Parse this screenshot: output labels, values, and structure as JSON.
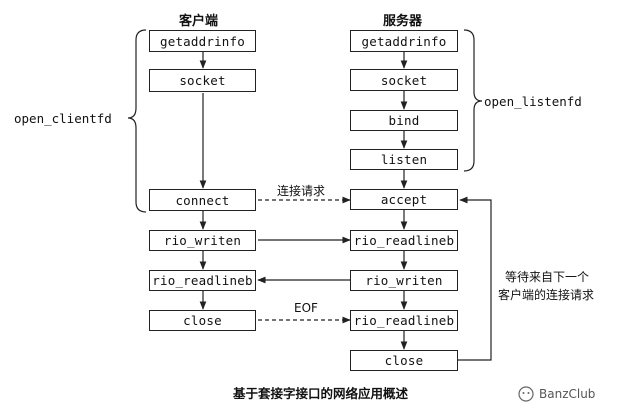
{
  "headers": {
    "client": "客户端",
    "server": "服务器"
  },
  "client_steps": [
    "getaddrinfo",
    "socket",
    "connect",
    "rio_writen",
    "rio_readlineb",
    "close"
  ],
  "server_steps": [
    "getaddrinfo",
    "socket",
    "bind",
    "listen",
    "accept",
    "rio_readlineb",
    "rio_writen",
    "rio_readlineb",
    "close"
  ],
  "brackets": {
    "client": "open_clientfd",
    "server": "open_listenfd"
  },
  "edge_labels": {
    "connect_request": "连接请求",
    "eof": "EOF"
  },
  "loop_label": [
    "等待来自下一个",
    "客户端的连接请求"
  ],
  "caption": "基于套接字接口的网络应用概述",
  "watermark": "BanzClub"
}
